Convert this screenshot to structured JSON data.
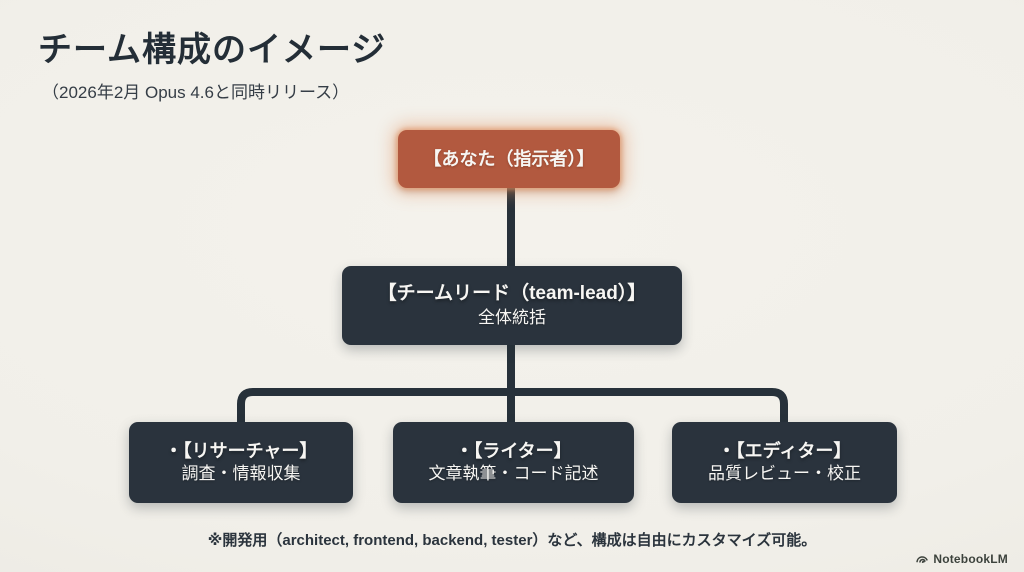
{
  "slide": {
    "title": "チーム構成のイメージ",
    "subtitle": "（2026年2月 Opus 4.6と同時リリース）",
    "footnote": "※開発用（architect, frontend, backend, tester）など、構成は自由にカスタマイズ可能。",
    "watermark": "NotebookLM"
  },
  "org_chart": {
    "root": {
      "label": "【あなた（指示者）】"
    },
    "lead": {
      "title": "【チームリード（team-lead）】",
      "subtitle": "全体統括"
    },
    "members": [
      {
        "title": "・【リサーチャー】",
        "subtitle": "調査・情報収集"
      },
      {
        "title": "・【ライター】",
        "subtitle": "文章執筆・コード記述"
      },
      {
        "title": "・【エディター】",
        "subtitle": "品質レビュー・校正"
      }
    ]
  },
  "colors": {
    "background": "#f1efe9",
    "box_dark": "#2a333d",
    "box_accent": "#b2593f",
    "connector": "#27313a",
    "title_text": "#242e37",
    "box_text": "#f7f6f3"
  }
}
